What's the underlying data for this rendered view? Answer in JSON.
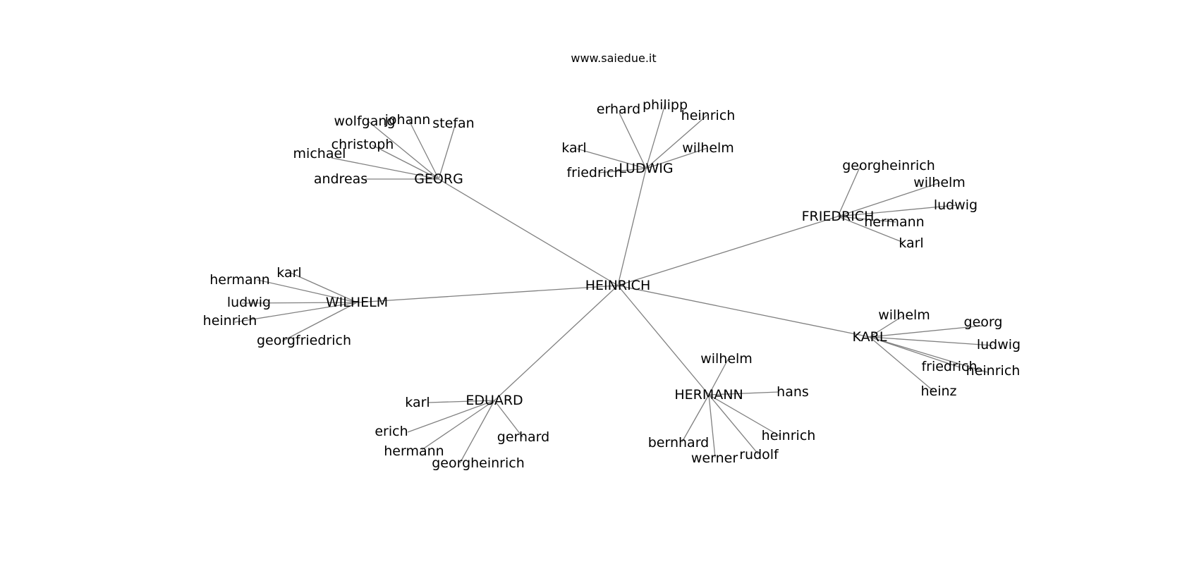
{
  "title": "www.saiedue.it",
  "colors": {
    "edge": "#808080",
    "text": "#000000",
    "background": "#ffffff"
  },
  "root": "HEINRICH",
  "groups": [
    {
      "hub": "GEORG",
      "children": [
        "wolfgang",
        "johann",
        "stefan",
        "christoph",
        "michael",
        "andreas"
      ]
    },
    {
      "hub": "LUDWIG",
      "children": [
        "erhard",
        "philipp",
        "heinrich",
        "karl",
        "wilhelm",
        "friedrich"
      ]
    },
    {
      "hub": "FRIEDRICH",
      "children": [
        "georgheinrich",
        "wilhelm",
        "ludwig",
        "hermann",
        "karl"
      ]
    },
    {
      "hub": "WILHELM",
      "children": [
        "karl",
        "hermann",
        "ludwig",
        "heinrich",
        "georgfriedrich"
      ]
    },
    {
      "hub": "KARL",
      "children": [
        "wilhelm",
        "georg",
        "ludwig",
        "friedrich",
        "heinrich",
        "heinz"
      ]
    },
    {
      "hub": "EDUARD",
      "children": [
        "karl",
        "erich",
        "hermann",
        "georgheinrich",
        "gerhard"
      ]
    },
    {
      "hub": "HERMANN",
      "children": [
        "wilhelm",
        "hans",
        "bernhard",
        "werner",
        "rudolf",
        "heinrich"
      ]
    }
  ]
}
